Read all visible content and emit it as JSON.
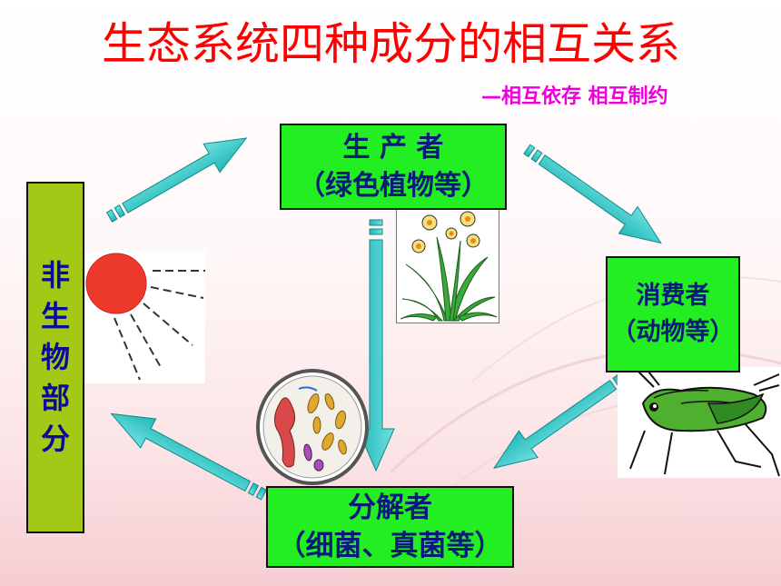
{
  "title": "生态系统四种成分的相互关系",
  "subtitle": "—相互依存 相互制约",
  "producer": {
    "line1": "生 产 者",
    "line2": "（绿色植物等）"
  },
  "consumer": {
    "line1": "消费者",
    "line2": "（动物等）"
  },
  "decomposer": {
    "line1": "分解者",
    "line2": "（细菌、真菌等）"
  },
  "abiotic": {
    "chars": [
      "非",
      "生",
      "物",
      "部",
      "分"
    ]
  },
  "icons": [
    "sun-icon",
    "daffodil-icon",
    "microbe-cell-icon",
    "grasshopper-icon"
  ],
  "colors": {
    "title": "#ff0000",
    "subtitle": "#ee00dd",
    "box_green": "#22ee22",
    "abiotic_box": "#a4c816",
    "arrow": "#33cccc",
    "box_text": "#0a1a7a"
  }
}
